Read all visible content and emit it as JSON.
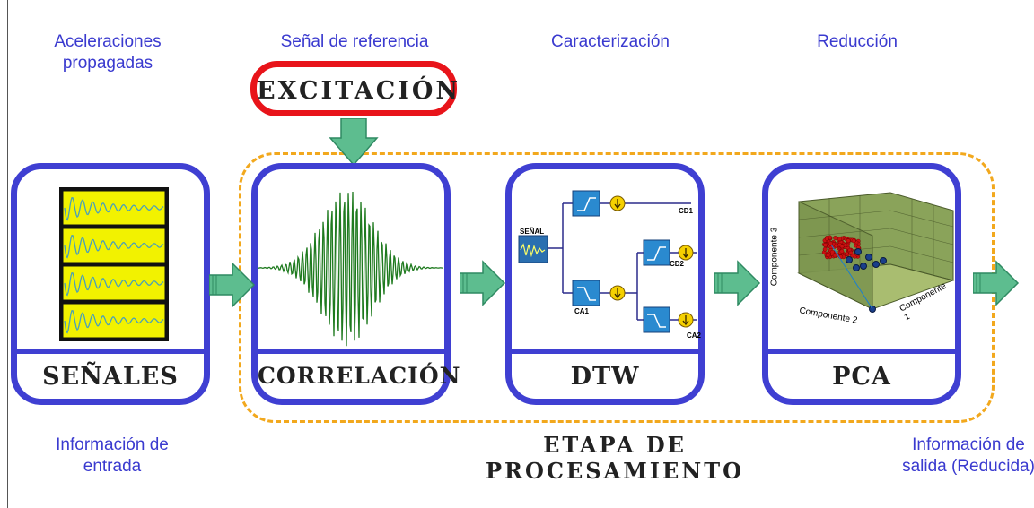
{
  "labels": {
    "top": [
      "Aceleraciones propagadas",
      "Señal de referencia",
      "Caracterización",
      "Reducción"
    ],
    "bottom_left": "Información de entrada",
    "bottom_right": "Información de salida (Reducida)"
  },
  "excitation": "EXCITACIÓN",
  "process_stage": "ETAPA DE PROCESAMIENTO",
  "stages": [
    "SEÑALES",
    "CORRELACIÓN",
    "DTW",
    "PCA"
  ],
  "dtw_diagram": {
    "input": "SEÑAL",
    "outputs": [
      "CD1",
      "CD2",
      "CA1",
      "CA2"
    ]
  },
  "pca_plot": {
    "axes": [
      "Componente 3",
      "Componente 2",
      "Componente 1"
    ]
  },
  "colors": {
    "stage_border": "#3f3fd2",
    "label_blue": "#3a3acf",
    "excitation_border": "#e8141a",
    "dashed_border": "#f2a81d",
    "arrow_fill": "#5dbd8f",
    "signal_bg": "#f2f200",
    "wave_green": "#1e7a1e"
  }
}
